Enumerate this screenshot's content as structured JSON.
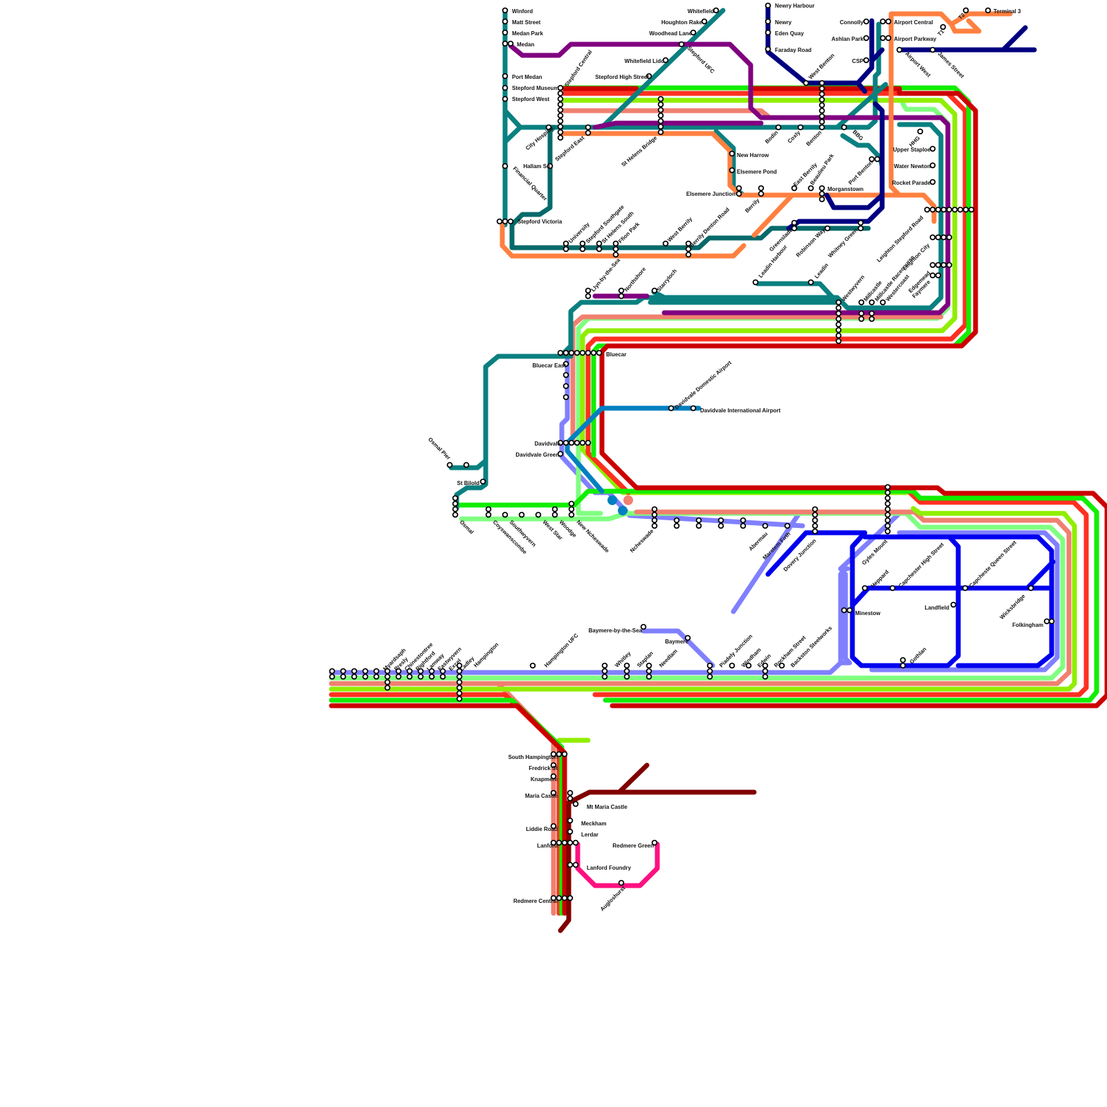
{
  "colors": {
    "red": "#cc0000",
    "orange_red": "#ff3020",
    "salmon": "#f08070",
    "light_green": "#80ff80",
    "lime": "#90ee00",
    "green": "#11ee00",
    "teal": "#0a8080",
    "dark_teal": "#066a6a",
    "purple": "#800080",
    "orange": "#ff8040",
    "navy": "#000080",
    "blue": "#0000ee",
    "periwinkle": "#8080ff",
    "sky": "#0080c0",
    "maroon": "#800000",
    "pink": "#ff1080",
    "station_fill": "#ffffff",
    "station_stroke": "#000000"
  },
  "stations": {
    "winford": "Winford",
    "matt_street": "Matt Street",
    "medan_park": "Medan Park",
    "medan": "Medan",
    "port_medan": "Port Medan",
    "stepford_museum": "Stepford Museum",
    "stepford_west": "Stepford West",
    "city_hospital": "City Hospital",
    "hallam_sq": "Hallam Sq",
    "financial_quarter": "Financial Quarter",
    "stepford_victoria": "Stepford Victoria",
    "stepford_central": "Stepford Central",
    "stepford_east": "Stepford East",
    "stepford_high_street": "Stepford High Street",
    "whitefield_lido": "Whitefield Lido",
    "whitefield": "Whitefield",
    "houghton_rake": "Houghton Rake",
    "woodhead_lane": "Woodhead Lane",
    "stepford_ufc": "Stepford UFC",
    "st_helens_bridge": "St Helens Bridge",
    "university": "University",
    "stepford_southgate": "Stepford Southgate",
    "st_helens_south": "St Helens South",
    "ffion_park": "Ffion Park",
    "west_benton_ber": "West Berrily",
    "berrily_denton_road": "Berrily Denton Road",
    "new_harrow": "New Harrow",
    "elsemere_pond": "Elsemere Pond",
    "elsemere_junction": "Elsemere Junction",
    "berrily": "Berrily",
    "east_berrily": "East Berrily",
    "beaulieu_park": "Beaulieu Park",
    "morganstown": "Morganstown",
    "greenslade": "Greenslade",
    "robinson_way": "Robinson Way",
    "whitney_green": "Whitney Green",
    "leadin_harbour": "Leadin Harbour",
    "leadin": "Leadin",
    "newry_harbour": "Newry Harbour",
    "newry": "Newry",
    "eden_quay": "Eden Quay",
    "faraday_road": "Faraday Road",
    "west_benton": "West Benton",
    "bodin": "Bodin",
    "coxly": "Coxly",
    "benton": "Benton",
    "bbg": "BBG",
    "port_benton": "Port Benton",
    "connolly": "Connolly",
    "ashlan_park": "Ashlan Park",
    "csp": "CSP",
    "airport_central": "Airport Central",
    "airport_parkway": "Airport Parkway",
    "airport_west": "Airport West",
    "james_street": "James Street",
    "t1": "T1",
    "t2": "T2",
    "terminal_3": "Terminal 3",
    "hhg": "HHG",
    "upper_staploe": "Upper Staploe",
    "water_newton": "Water Newton",
    "rocket_parade": "Rocket Parade",
    "leighton_stepford_road": "Leighton Stepford Road",
    "leighton_city": "Leighton City",
    "edgemead": "Edgemead",
    "faymere": "Faymere",
    "westwyvern": "Westwyvern",
    "millcastle": "Millcastle",
    "millcastle_racecourse": "Millcastle Racecourse",
    "westercoast": "Westercoast",
    "llyn_by_the_sea": "Llyn-by-the-Sea",
    "northshore": "Northshore",
    "starryloch": "Starryloch",
    "bluecar": "Bluecar",
    "bluecar_east": "Bluecar East",
    "davidvale_domestic_airport": "Davidvale Domestic Airport",
    "davidvale_international_airport": "Davidvale International Airport",
    "davidvale": "Davidvale",
    "davidvale_green": "Davidvale Green",
    "osmal_pier": "Osmal Pier",
    "st_bilold": "St Bilold",
    "osmal": "Osmal",
    "coyswanscombe": "Coyswanscombe",
    "southwyvern": "Southwyvern",
    "west_star": "West Star",
    "woodge": "Woodge",
    "new_ncheswade": "New Ncheswade",
    "ncheswade": "Ncheswade",
    "abermau": "Abermau",
    "marstem_firth": "Marstem Firth",
    "dovery_junction": "Dovery Junction",
    "gyles_mount": "Gyles Mount",
    "heppard": "Heppard",
    "capchester_high_street": "Capchester High Street",
    "capcheste_queen_street": "Capcheste Queen Street",
    "minestow": "Minestow",
    "landfield": "Landfield",
    "wicksbridge": "Wicksbridge",
    "folkingham": "Folkingham",
    "gothlan": "Gothlan",
    "baymere_by_the_sea": "Baymere-by-the-Sea",
    "baymere": "Baymere",
    "piadely_junction": "Piadely Junction",
    "windham": "Windham",
    "edwin": "Edwin",
    "rockham_street": "Rockham Street",
    "backston_steelworks": "Backston Steelworks",
    "whitley": "Whitley",
    "staplan": "Staplan",
    "needlam": "Needlam",
    "hampington_ufc": "Hampington UFC",
    "hampington": "Hampington",
    "myardsaph": "Myardsaph",
    "presly": "Presly",
    "chinestontree": "Chinestontree",
    "rightford": "Rightford",
    "lamway": "Lamway",
    "eastwyvern": "Eastwyvern",
    "excel": "Excel",
    "ladley": "Ladley",
    "south_hampington": "South Hampington",
    "fredrick_st": "Fredrick St",
    "knapmere": "Knapmere",
    "maria_castle": "Maria Castle",
    "mt_maria_castle": "Mt Maria Castle",
    "meckham": "Meckham",
    "lerdar": "Lerdar",
    "liddie_road": "Liddie Road",
    "lanford": "Lanford",
    "redmere_green": "Redmere Green",
    "lanford_foundry": "Lanford Foundry",
    "augloshurst": "Augloshurst",
    "redmere_central": "Redmere Central"
  }
}
